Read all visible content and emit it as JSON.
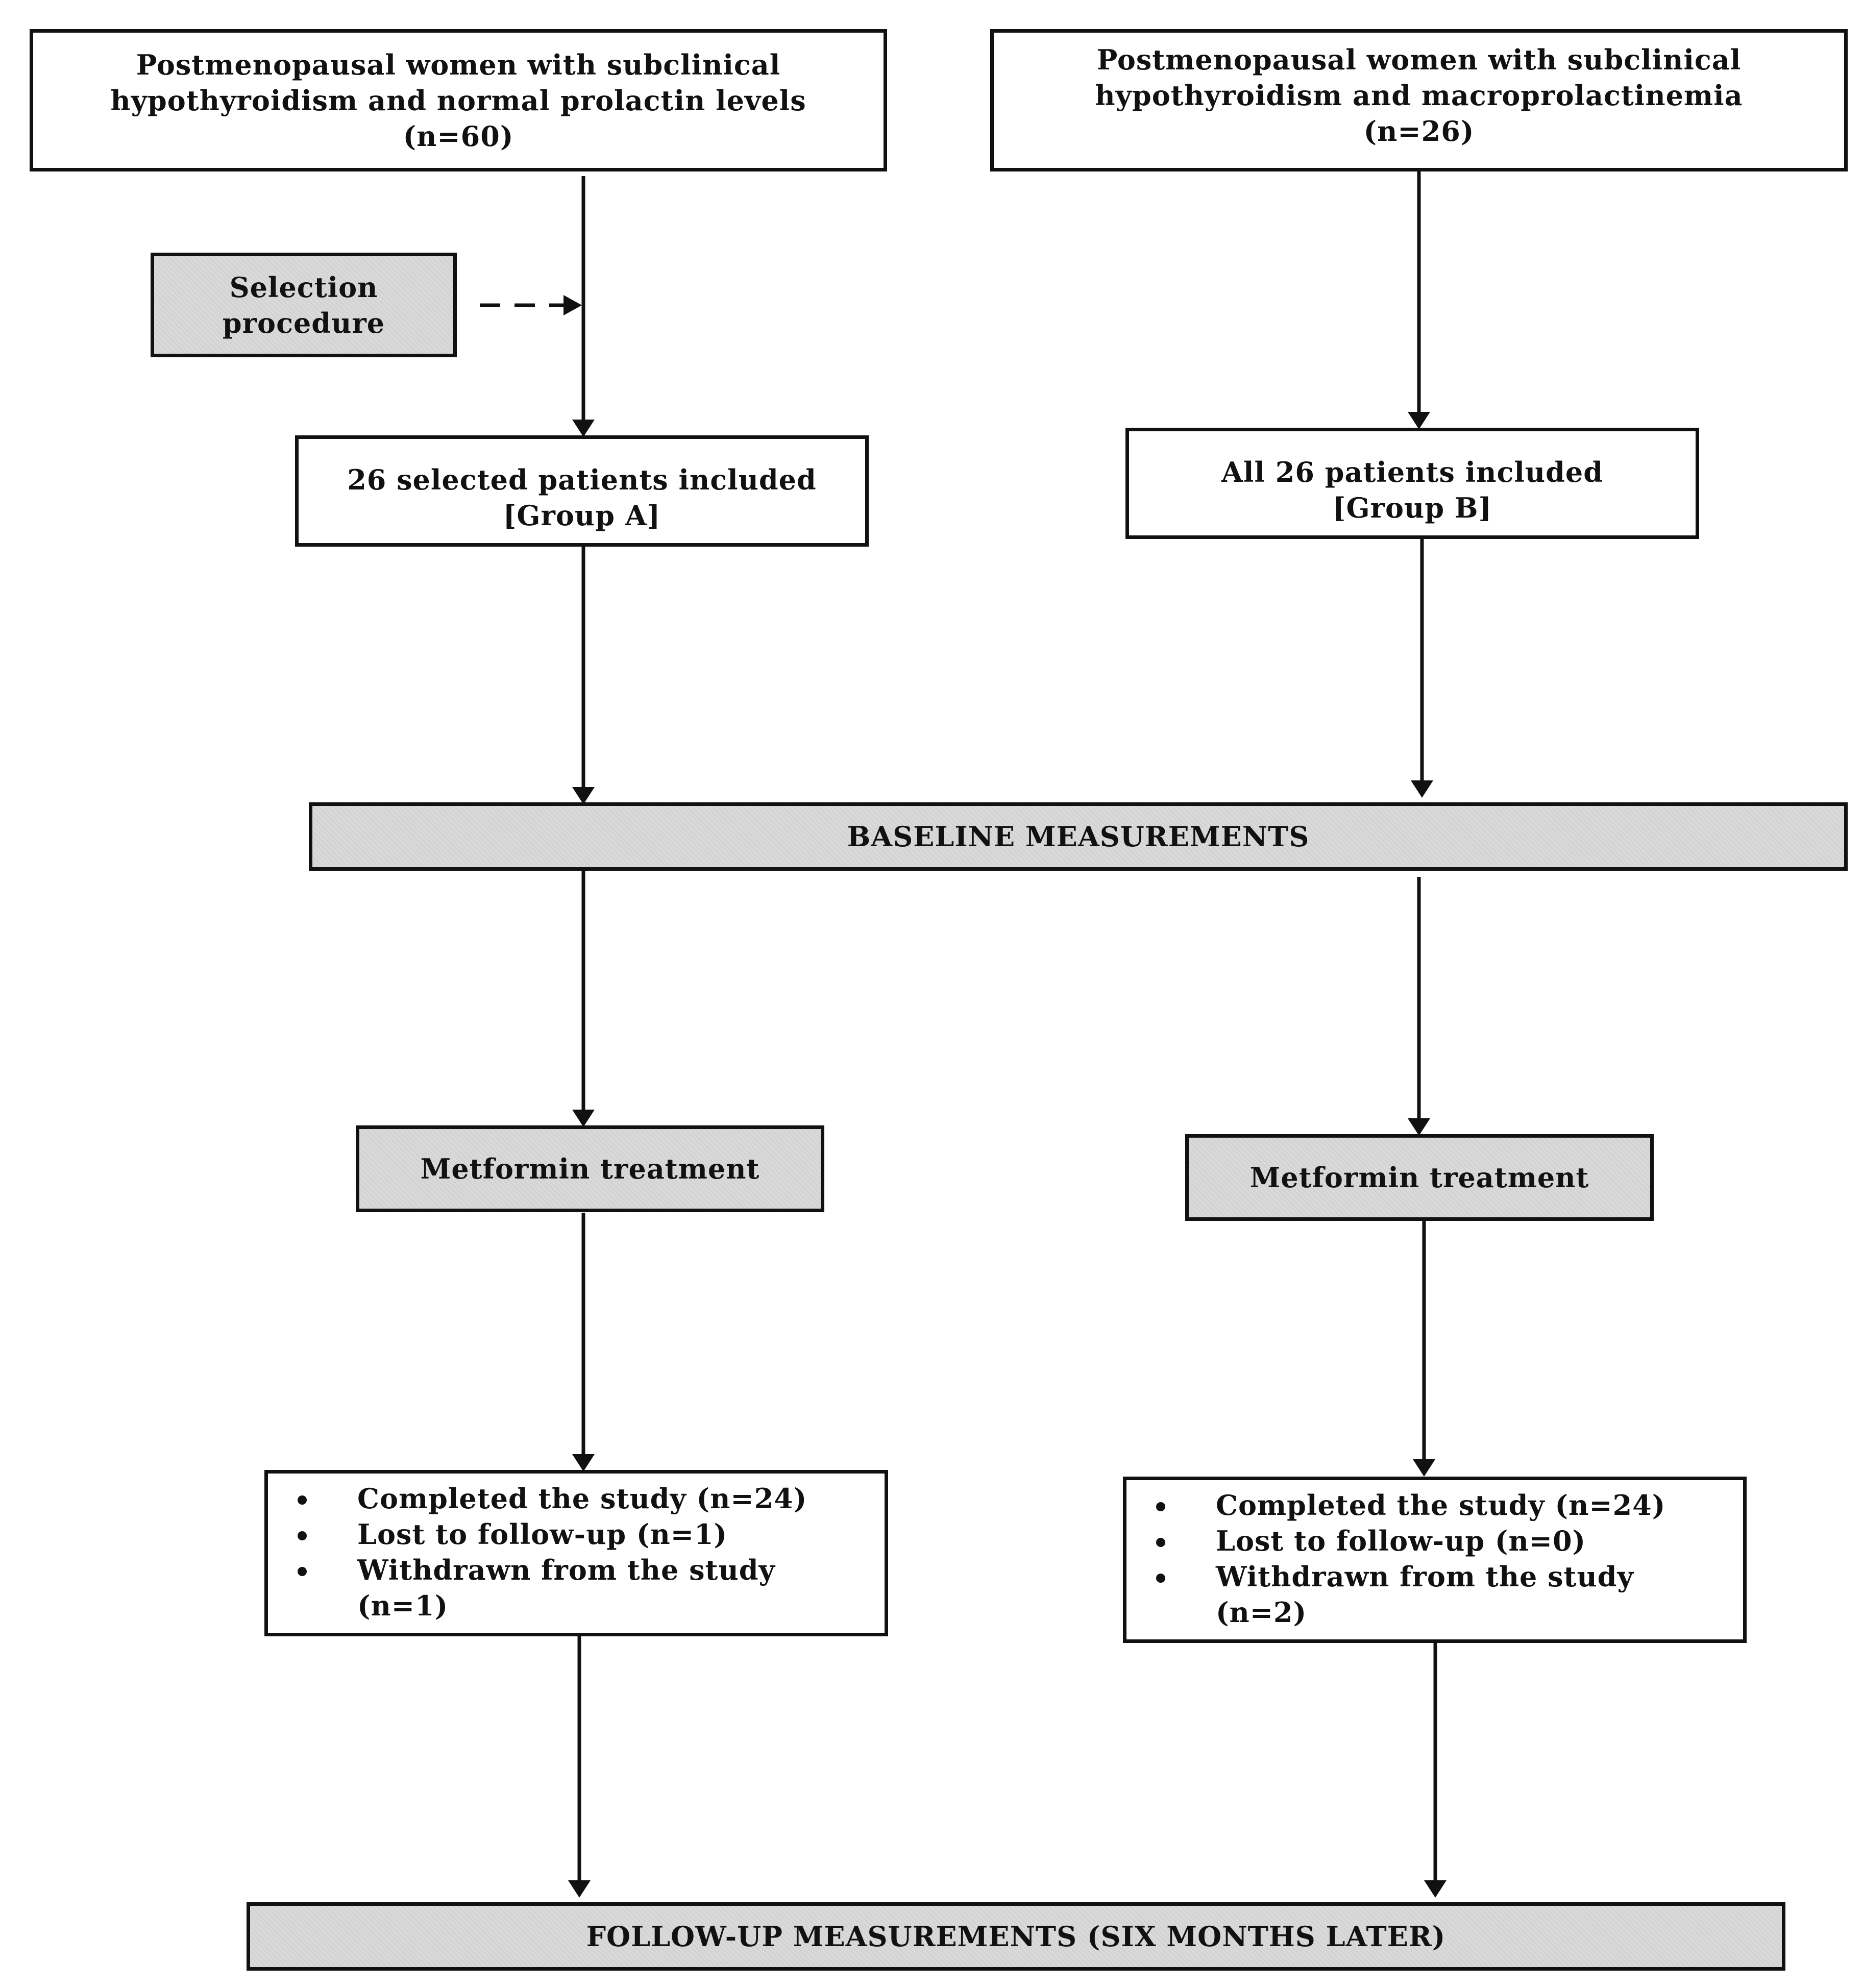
{
  "flowchart": {
    "top_left": {
      "line1": "Postmenopausal women with subclinical",
      "line2": "hypothyroidism and normal prolactin levels",
      "line3": "(n=60)"
    },
    "top_right": {
      "line1": "Postmenopausal women with subclinical",
      "line2": "hypothyroidism and macroprolactinemia",
      "line3": "(n=26)"
    },
    "selection": {
      "line1": "Selection",
      "line2": "procedure"
    },
    "group_a": {
      "line1": "26 selected patients included",
      "line2": "[Group A]"
    },
    "group_b": {
      "line1": "All 26 patients included",
      "line2": "[Group B]"
    },
    "baseline": "BASELINE MEASUREMENTS",
    "metformin_a": "Metformin treatment",
    "metformin_b": "Metformin treatment",
    "outcome_a": {
      "completed": "Completed the study (n=24)",
      "lost": "Lost to follow-up (n=1)",
      "withdrawn_line1": "Withdrawn from the study",
      "withdrawn_line2": "(n=1)"
    },
    "outcome_b": {
      "completed": "Completed the study (n=24)",
      "lost": "Lost to follow-up (n=0)",
      "withdrawn_line1": "Withdrawn from the study",
      "withdrawn_line2": "(n=2)"
    },
    "followup": "FOLLOW-UP MEASUREMENTS (SIX MONTHS LATER)"
  },
  "colors": {
    "stroke": "#111111",
    "shaded_fill": "#d9d9d9",
    "box_fill": "#ffffff"
  }
}
